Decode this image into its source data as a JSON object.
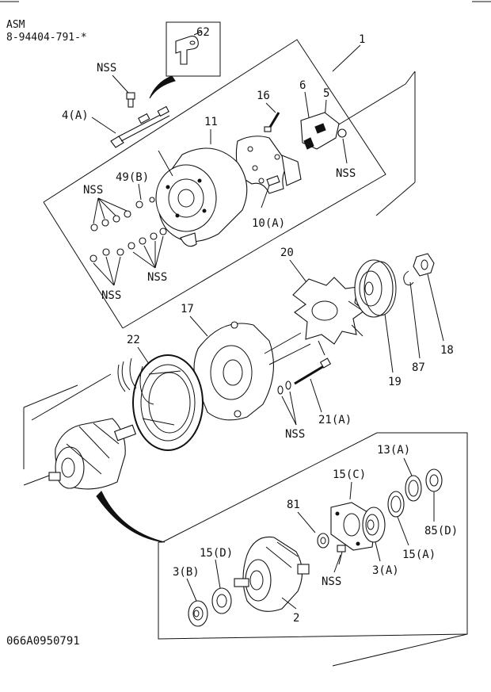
{
  "header": {
    "line1": "ASM",
    "line2": "8-94404-791-*"
  },
  "footer": {
    "code": "066A0950791"
  },
  "callouts": {
    "p62": "62",
    "p1": "1",
    "nss_top": "NSS",
    "p4a": "4(A)",
    "p16": "16",
    "p6": "6",
    "p5": "5",
    "p11": "11",
    "nss_r": "NSS",
    "p49b": "49(B)",
    "nss_l1": "NSS",
    "p10a": "10(A)",
    "nss_l2": "NSS",
    "nss_l3": "NSS",
    "p20": "20",
    "p17": "17",
    "p22": "22",
    "p19": "19",
    "p87": "87",
    "p18": "18",
    "p21a": "21(A)",
    "nss_m": "NSS",
    "p13a": "13(A)",
    "p15c": "15(C)",
    "p81": "81",
    "p85d": "85(D)",
    "p15a": "15(A)",
    "p3a": "3(A)",
    "nss_b": "NSS",
    "p15d": "15(D)",
    "p3b": "3(B)",
    "p2": "2"
  }
}
